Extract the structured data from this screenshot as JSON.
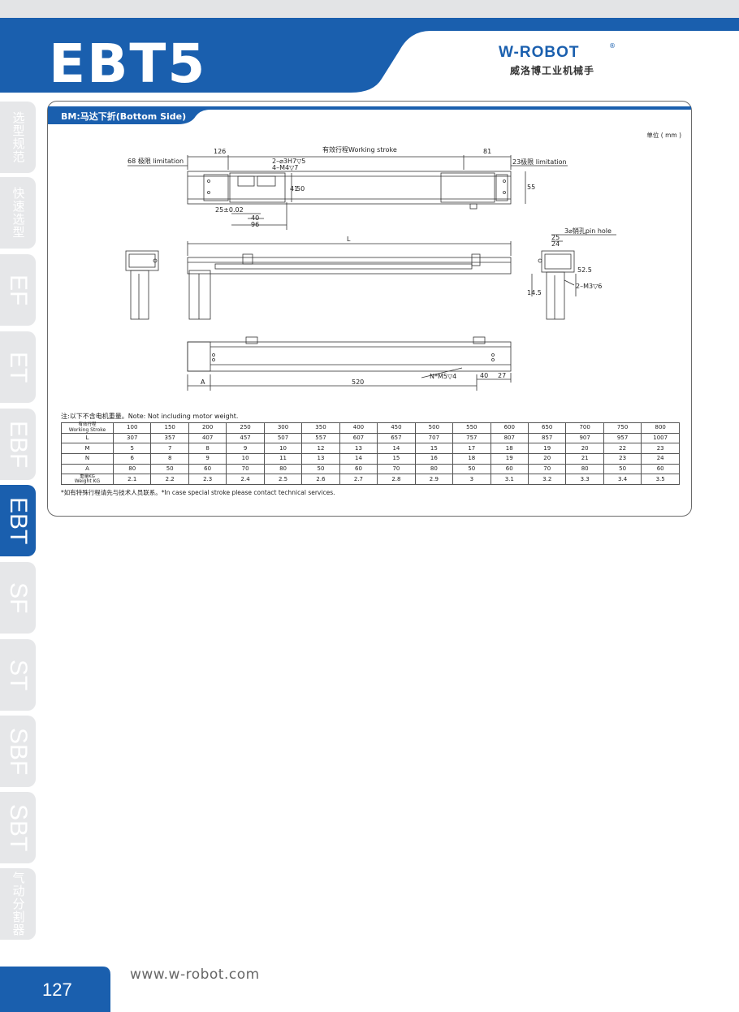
{
  "header": {
    "model": "EBT5",
    "logo_text": "W-ROBOT",
    "logo_registered": "®",
    "logo_subtitle": "威洛博工业机械手"
  },
  "sidebar": {
    "tabs": [
      {
        "label": "选型规范",
        "active": false
      },
      {
        "label": "快速选型",
        "active": false
      },
      {
        "label": "EF",
        "active": false
      },
      {
        "label": "ET",
        "active": false
      },
      {
        "label": "EBF",
        "active": false
      },
      {
        "label": "EBT",
        "active": true
      },
      {
        "label": "SF",
        "active": false
      },
      {
        "label": "ST",
        "active": false
      },
      {
        "label": "SBF",
        "active": false
      },
      {
        "label": "SBT",
        "active": false
      },
      {
        "label": "气动分割器",
        "active": false
      }
    ]
  },
  "panel": {
    "title": "BM:马达下折(Bottom Side)",
    "unit": "单位 ( mm )"
  },
  "drawing": {
    "dims": {
      "d126": "126",
      "stroke": "有效行程Working stroke",
      "d81": "81",
      "limit68": "68 极限 limitation",
      "limit23": "23极限 limitation",
      "hole_h7": "2–⌀3H7▽5",
      "hole_m4": "4–M4▽7",
      "d41": "41",
      "d50": "50",
      "d55": "55",
      "tol": "25±0.02",
      "d40": "40",
      "d96": "96",
      "L": "L",
      "pin": "3⌀销孔pin hole",
      "d25": "25",
      "d24": "24",
      "d52_5": "52.5",
      "d14_5": "14.5",
      "m3": "2–M3▽6",
      "A": "A",
      "d520": "520",
      "nm5": "N*M5▽4",
      "d40b": "40",
      "d27": "27"
    }
  },
  "note": "注:以下不含电机重量。Note: Not including motor weight.",
  "table": {
    "rows": [
      {
        "head_cn": "有效行程",
        "head": "Working Stroke",
        "values": [
          "100",
          "150",
          "200",
          "250",
          "300",
          "350",
          "400",
          "450",
          "500",
          "550",
          "600",
          "650",
          "700",
          "750",
          "800"
        ]
      },
      {
        "head_cn": "",
        "head": "L",
        "values": [
          "307",
          "357",
          "407",
          "457",
          "507",
          "557",
          "607",
          "657",
          "707",
          "757",
          "807",
          "857",
          "907",
          "957",
          "1007"
        ]
      },
      {
        "head_cn": "",
        "head": "M",
        "values": [
          "5",
          "7",
          "8",
          "9",
          "10",
          "12",
          "13",
          "14",
          "15",
          "17",
          "18",
          "19",
          "20",
          "22",
          "23"
        ]
      },
      {
        "head_cn": "",
        "head": "N",
        "values": [
          "6",
          "8",
          "9",
          "10",
          "11",
          "13",
          "14",
          "15",
          "16",
          "18",
          "19",
          "20",
          "21",
          "23",
          "24"
        ]
      },
      {
        "head_cn": "",
        "head": "A",
        "values": [
          "80",
          "50",
          "60",
          "70",
          "80",
          "50",
          "60",
          "70",
          "80",
          "50",
          "60",
          "70",
          "80",
          "50",
          "60"
        ]
      },
      {
        "head_cn": "重量KG",
        "head": "Weight KG",
        "values": [
          "2.1",
          "2.2",
          "2.3",
          "2.4",
          "2.5",
          "2.6",
          "2.7",
          "2.8",
          "2.9",
          "3",
          "3.1",
          "3.2",
          "3.3",
          "3.4",
          "3.5"
        ]
      }
    ]
  },
  "footnote": "*如有特殊行程请先与技术人员联系。*In case special stroke please contact technical services.",
  "footer": {
    "page": "127",
    "website": "www.w-robot.com"
  },
  "colors": {
    "brand_blue": "#1a5fae",
    "tab_gray": "#e6e7e9"
  }
}
